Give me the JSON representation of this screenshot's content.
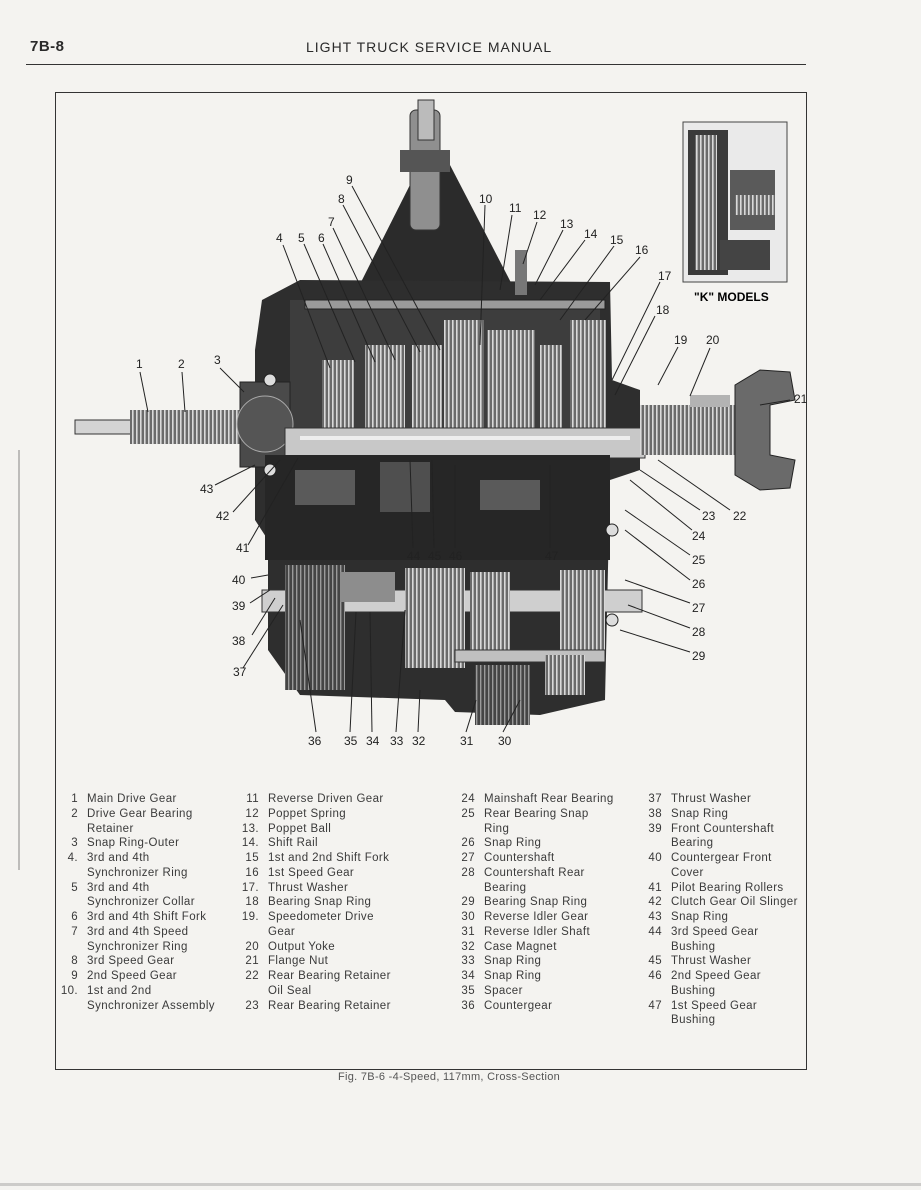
{
  "header": {
    "page_number": "7B-8",
    "title": "LIGHT TRUCK SERVICE MANUAL"
  },
  "figure": {
    "inset_label": "\"K\" MODELS",
    "caption": "Fig. 7B-6 -4-Speed, 117mm, Cross-Section",
    "callouts": [
      "1",
      "2",
      "3",
      "4",
      "5",
      "6",
      "7",
      "8",
      "9",
      "10",
      "11",
      "12",
      "13",
      "14",
      "15",
      "16",
      "17",
      "18",
      "19",
      "20",
      "21",
      "22",
      "23",
      "24",
      "25",
      "26",
      "27",
      "28",
      "29",
      "30",
      "31",
      "32",
      "33",
      "34",
      "35",
      "36",
      "37",
      "38",
      "39",
      "40",
      "41",
      "42",
      "43",
      "44",
      "45",
      "46",
      "47"
    ]
  },
  "legend": {
    "col1": [
      {
        "num": "1",
        "text": "Main Drive Gear"
      },
      {
        "num": "2",
        "text": "Drive Gear Bearing Retainer"
      },
      {
        "num": "3",
        "text": "Snap Ring-Outer"
      },
      {
        "num": "4.",
        "text": "3rd and 4th Synchronizer Ring"
      },
      {
        "num": "5",
        "text": "3rd and 4th Synchronizer Collar"
      },
      {
        "num": "6",
        "text": "3rd and 4th Shift Fork"
      },
      {
        "num": "7",
        "text": "3rd and 4th Speed Synchronizer Ring"
      },
      {
        "num": "8",
        "text": "3rd Speed Gear"
      },
      {
        "num": "9",
        "text": "2nd Speed Gear"
      },
      {
        "num": "10.",
        "text": "1st and 2nd Synchronizer Assembly"
      }
    ],
    "col2": [
      {
        "num": "11",
        "text": "Reverse Driven Gear"
      },
      {
        "num": "12",
        "text": "Poppet Spring"
      },
      {
        "num": "13.",
        "text": "Poppet Ball"
      },
      {
        "num": "14.",
        "text": "Shift Rail"
      },
      {
        "num": "15",
        "text": "1st and 2nd Shift Fork"
      },
      {
        "num": "16",
        "text": "1st Speed Gear"
      },
      {
        "num": "17.",
        "text": "Thrust Washer"
      },
      {
        "num": "18",
        "text": "Bearing Snap Ring"
      },
      {
        "num": "19.",
        "text": "Speedometer Drive Gear"
      },
      {
        "num": "20",
        "text": "Output Yoke"
      },
      {
        "num": "21",
        "text": "Flange Nut"
      },
      {
        "num": "22",
        "text": "Rear Bearing Retainer Oil Seal"
      },
      {
        "num": "23",
        "text": "Rear Bearing Retainer"
      }
    ],
    "col3": [
      {
        "num": "24",
        "text": "Mainshaft Rear Bearing"
      },
      {
        "num": "25",
        "text": "Rear Bearing Snap Ring"
      },
      {
        "num": "26",
        "text": "Snap Ring"
      },
      {
        "num": "27",
        "text": "Countershaft"
      },
      {
        "num": "28",
        "text": "Countershaft Rear Bearing"
      },
      {
        "num": "29",
        "text": "Bearing Snap Ring"
      },
      {
        "num": "30",
        "text": "Reverse Idler Gear"
      },
      {
        "num": "31",
        "text": "Reverse Idler Shaft"
      },
      {
        "num": "32",
        "text": "Case Magnet"
      },
      {
        "num": "33",
        "text": "Snap Ring"
      },
      {
        "num": "34",
        "text": "Snap Ring"
      },
      {
        "num": "35",
        "text": "Spacer"
      },
      {
        "num": "36",
        "text": "Countergear"
      }
    ],
    "col4": [
      {
        "num": "37",
        "text": "Thrust Washer"
      },
      {
        "num": "38",
        "text": "Snap Ring"
      },
      {
        "num": "39",
        "text": "Front Countershaft Bearing"
      },
      {
        "num": "40",
        "text": "Countergear Front Cover"
      },
      {
        "num": "41",
        "text": "Pilot Bearing Rollers"
      },
      {
        "num": "42",
        "text": "Clutch Gear Oil Slinger"
      },
      {
        "num": "43",
        "text": "Snap Ring"
      },
      {
        "num": "44",
        "text": "3rd Speed Gear Bushing"
      },
      {
        "num": "45",
        "text": "Thrust Washer"
      },
      {
        "num": "46",
        "text": "2nd Speed Gear Bushing"
      },
      {
        "num": "47",
        "text": "1st Speed Gear Bushing"
      }
    ]
  }
}
